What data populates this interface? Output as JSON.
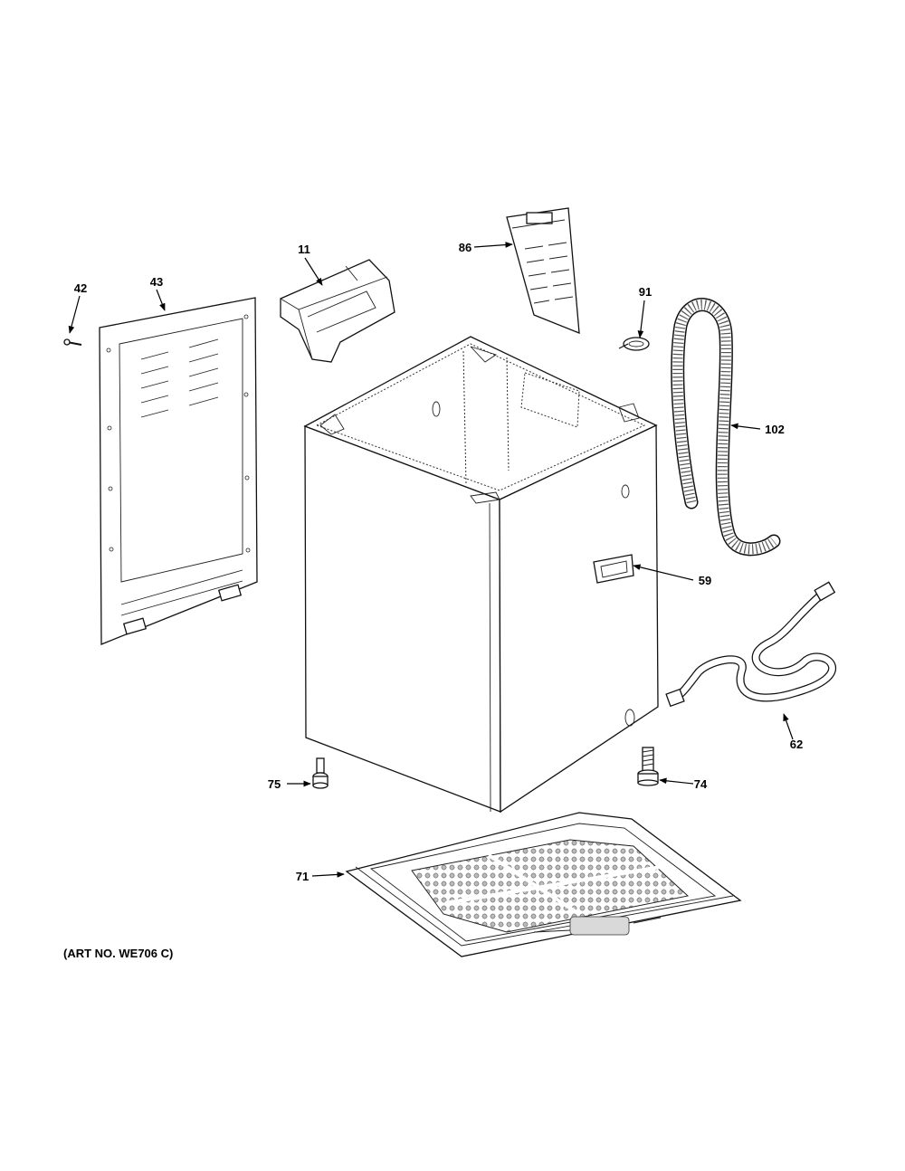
{
  "callouts": [
    {
      "id": "42",
      "label": "42"
    },
    {
      "id": "43",
      "label": "43"
    },
    {
      "id": "11",
      "label": "11"
    },
    {
      "id": "86",
      "label": "86"
    },
    {
      "id": "91",
      "label": "91"
    },
    {
      "id": "102",
      "label": "102"
    },
    {
      "id": "59",
      "label": "59"
    },
    {
      "id": "62",
      "label": "62"
    },
    {
      "id": "75",
      "label": "75"
    },
    {
      "id": "74",
      "label": "74"
    },
    {
      "id": "71",
      "label": "71"
    }
  ],
  "art_number": "(ART NO. WE706 C)"
}
